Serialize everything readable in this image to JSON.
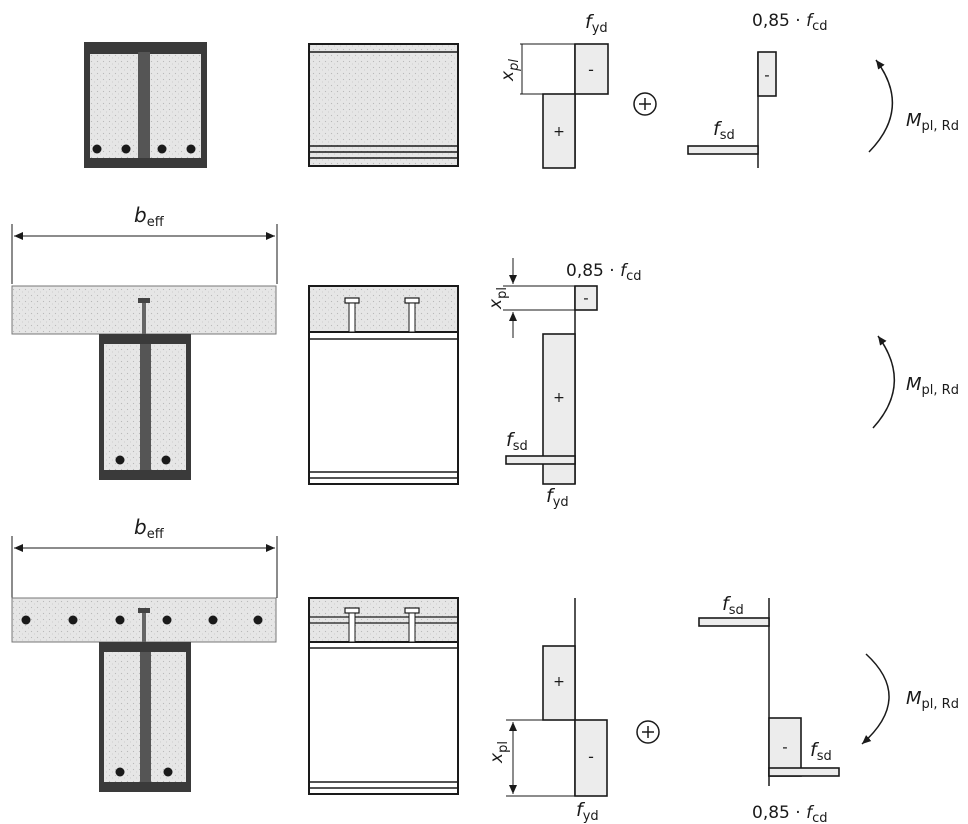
{
  "labels": {
    "fyd": "f",
    "fyd_sub": "yd",
    "fcd_prefix": "0,85 · ",
    "fcd": "f",
    "fcd_sub": "cd",
    "fsd": "f",
    "fsd_sub": "sd",
    "xpl": "x",
    "xpl_sub": "pl",
    "beff": "b",
    "beff_sub": "eff",
    "mpl": "M",
    "mpl_sub": "pl, Rd",
    "plus": "+",
    "minus": "-"
  }
}
